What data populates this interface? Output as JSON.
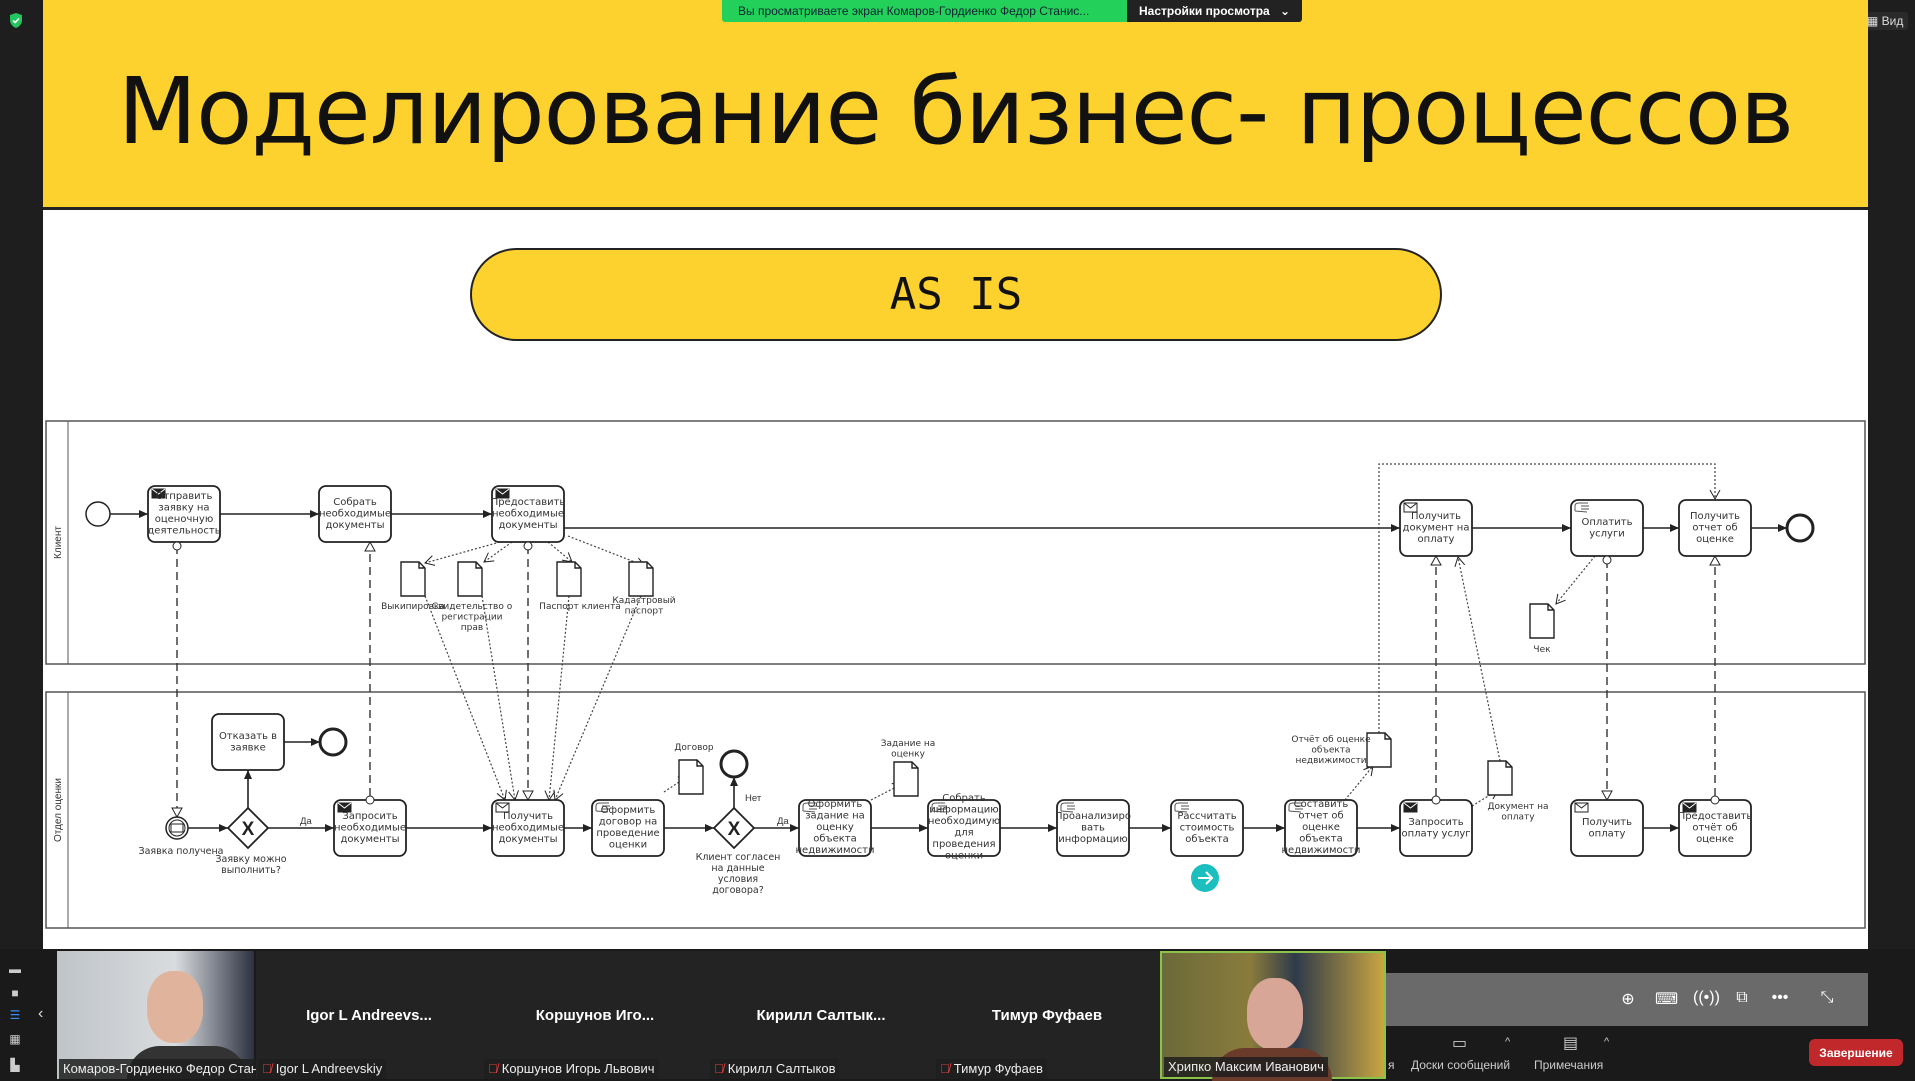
{
  "share_banner": {
    "text": "Вы просматриваете экран Комаров-Гордиенко Федор Станис...",
    "settings_label": "Настройки просмотра",
    "chevron": "chevron-down-icon"
  },
  "view_button": "Вид",
  "slide": {
    "title": "Моделирование бизнес- процессов",
    "subtitle": "AS IS",
    "diagram": {
      "pools": [
        "Клиент",
        "Отдел оценки"
      ],
      "tasks": {
        "t1": {
          "lines": [
            "Отправить",
            "заявку на",
            "оценочную",
            "деятельность"
          ],
          "marker": "send"
        },
        "t2": {
          "lines": [
            "Собрать",
            "необходимые",
            "документы"
          ],
          "marker": "none"
        },
        "t3": {
          "lines": [
            "Предоставить",
            "необходимые",
            "документы"
          ],
          "marker": "send"
        },
        "t4": {
          "lines": [
            "Получить",
            "документ на",
            "оплату"
          ],
          "marker": "receive"
        },
        "t5": {
          "lines": [
            "Оплатить",
            "услуги"
          ],
          "marker": "manual"
        },
        "t6": {
          "lines": [
            "Получить",
            "отчет об",
            "оценке"
          ],
          "marker": "none"
        },
        "b0": {
          "lines": [
            "Отказать в",
            "заявке"
          ],
          "marker": "none"
        },
        "b1": {
          "lines": [
            "Запросить",
            "необходимые",
            "документы"
          ],
          "marker": "send"
        },
        "b2": {
          "lines": [
            "Получить",
            "необходимые",
            "документы"
          ],
          "marker": "receive"
        },
        "b3": {
          "lines": [
            "Оформить",
            "договор на",
            "проведение",
            "оценки"
          ],
          "marker": "manual"
        },
        "b4": {
          "lines": [
            "Оформить",
            "задание на",
            "оценку",
            "объекта",
            "недвижимости"
          ],
          "marker": "manual"
        },
        "b5": {
          "lines": [
            "Собрать",
            "информацию",
            "необходимую",
            "для",
            "проведения",
            "оценки"
          ],
          "marker": "manual"
        },
        "b6": {
          "lines": [
            "Проанализиро",
            "вать",
            "информацию"
          ],
          "marker": "manual"
        },
        "b7": {
          "lines": [
            "Рассчитать",
            "стоимость",
            "объекта"
          ],
          "marker": "manual"
        },
        "b8": {
          "lines": [
            "Составить",
            "отчет об",
            "оценке",
            "объекта",
            "недвижимости"
          ],
          "marker": "manual"
        },
        "b9": {
          "lines": [
            "Запросить",
            "оплату услуг"
          ],
          "marker": "send"
        },
        "b10": {
          "lines": [
            "Получить",
            "оплату"
          ],
          "marker": "receive"
        },
        "b11": {
          "lines": [
            "Предоставить",
            "отчёт об",
            "оценке"
          ],
          "marker": "send"
        }
      },
      "documents": {
        "d1": [
          "Выкипировка"
        ],
        "d2": [
          "Свидетельство о",
          "регистрации",
          "прав"
        ],
        "d3": [
          "Паспорт клиента"
        ],
        "d4": [
          "Кадастровый",
          "паспорт"
        ],
        "d5": [
          "Чек"
        ],
        "d6": [
          "Договор"
        ],
        "d7": [
          "Задание на",
          "оценку"
        ],
        "d8": [
          "Отчёт об оценке",
          "объекта",
          "недвижимости"
        ],
        "d9": [
          "Документ на",
          "оплату"
        ]
      },
      "gateways": {
        "g1": [
          "Заявку можно",
          "выполнить?"
        ],
        "g2": [
          "Клиент согласен",
          "на данные",
          "условия",
          "договора?"
        ]
      },
      "event_labels": {
        "e1": "Заявка получена"
      },
      "flow_labels": {
        "yes1": "Да",
        "yes2": "Да",
        "no2": "Нет"
      }
    }
  },
  "participants": [
    {
      "name": "Комаров-Гордиенко Федор Стани...",
      "video": true
    },
    {
      "name": "Igor L Andreevskiy",
      "display": "Igor L Andreevs...",
      "muted": true
    },
    {
      "name": "Коршунов Игорь Львович",
      "display": "Коршунов Иго...",
      "muted": true
    },
    {
      "name": "Кирилл Салтыков",
      "display": "Кирилл Салтык...",
      "muted": true
    },
    {
      "name": "Тимур Фуфаев",
      "display": "Тимур Фуфаев",
      "muted": true
    },
    {
      "name": "Хрипко Максим Иванович",
      "video": true,
      "active": true
    }
  ],
  "bottom_controls": {
    "cut": "я",
    "whiteboards": "Доски сообщений",
    "notes": "Примечания",
    "end": "Завершение"
  },
  "colors": {
    "slide_yellow": "#fdd22f",
    "banner_green": "#22d05a",
    "end_red": "#c0282c",
    "active_border": "#8bc34a",
    "teal": "#1bbfbf"
  }
}
